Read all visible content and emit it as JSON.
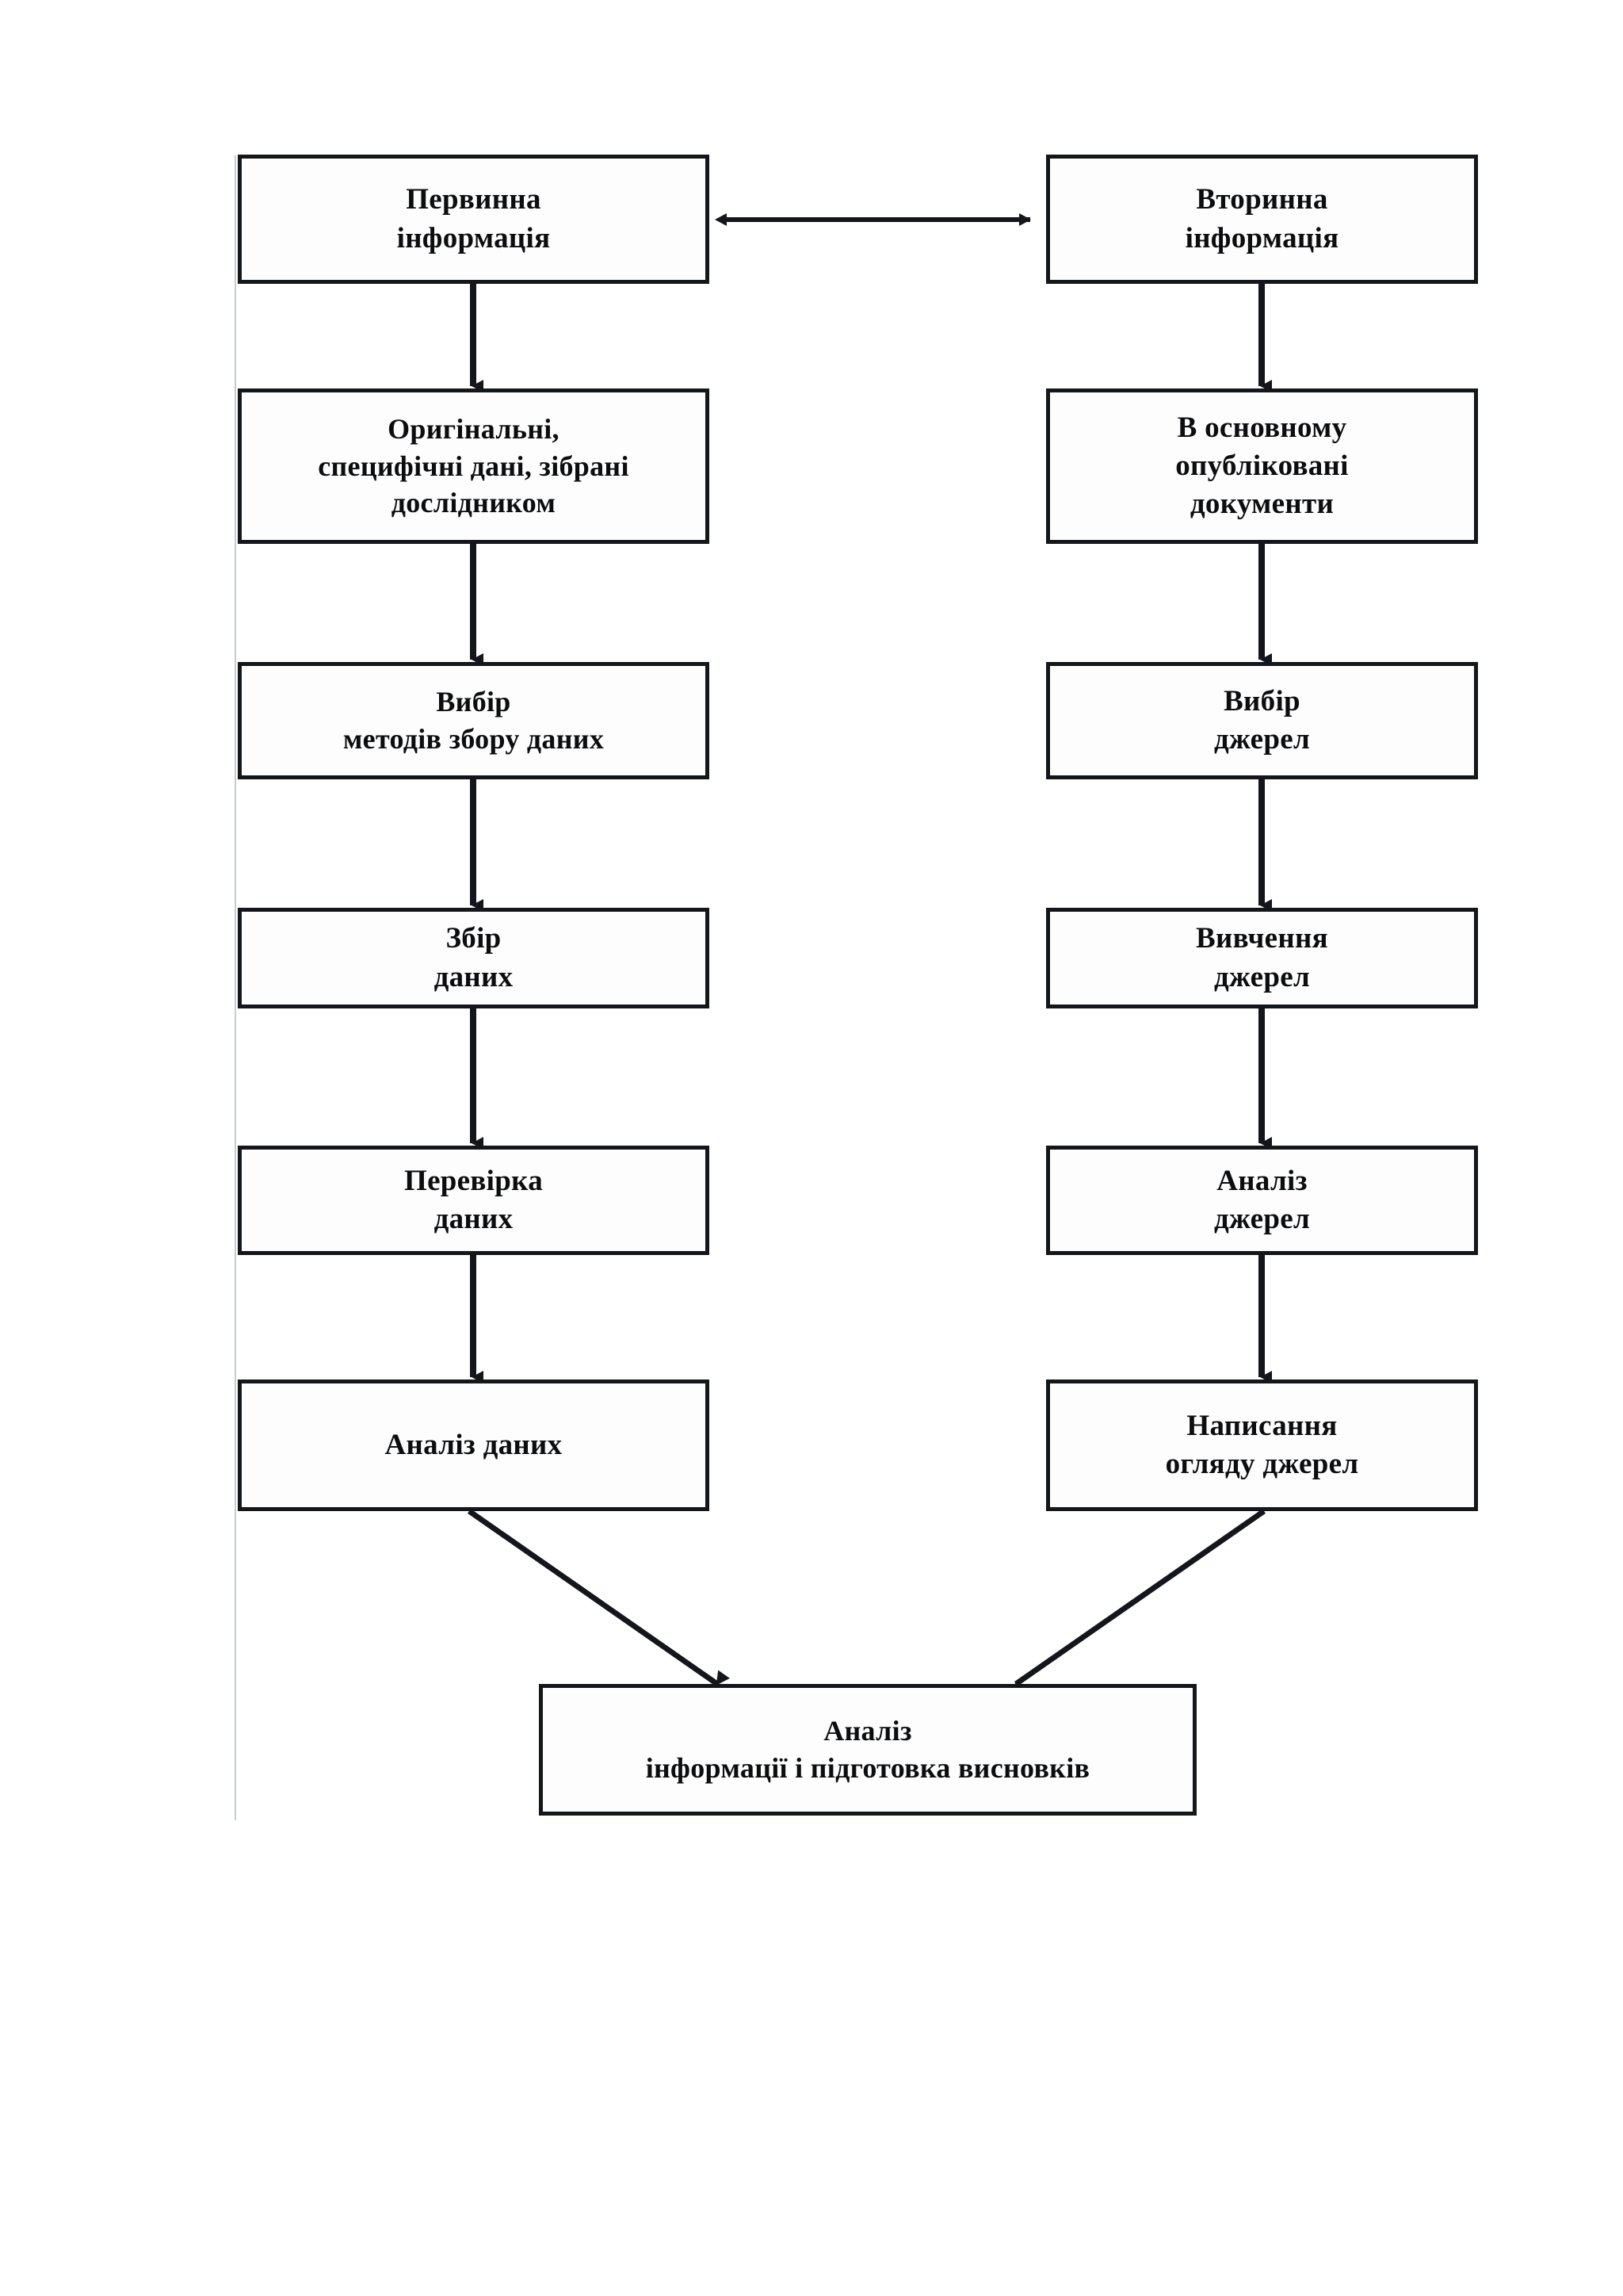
{
  "diagram": {
    "type": "flowchart",
    "language": "uk",
    "orientation": "two-column-converging",
    "columns": [
      {
        "name": "primary-information-column",
        "nodes": [
          {
            "id": "primary-information",
            "text": "Первинна\nінформація"
          },
          {
            "id": "original-specific-data",
            "text": "Оригінальні,\nспецифічні дані, зібрані\nдослідником"
          },
          {
            "id": "choice-of-collection-methods",
            "text": "Вибір\nметодів збору даних"
          },
          {
            "id": "data-collection",
            "text": "Збір\nданих"
          },
          {
            "id": "data-verification",
            "text": "Перевірка\nданих"
          },
          {
            "id": "data-analysis",
            "text": "Аналіз даних"
          }
        ]
      },
      {
        "name": "secondary-information-column",
        "nodes": [
          {
            "id": "secondary-information",
            "text": "Вторинна\nінформація"
          },
          {
            "id": "mostly-published-documents",
            "text": "В основному\nопубліковані\nдокументи"
          },
          {
            "id": "choice-of-sources",
            "text": "Вибір\nджерел"
          },
          {
            "id": "study-of-sources",
            "text": "Вивчення\nджерел"
          },
          {
            "id": "analysis-of-sources",
            "text": "Аналіз\nджерел"
          },
          {
            "id": "writing-source-review",
            "text": "Написання\nогляду джерел"
          }
        ]
      }
    ],
    "conclusion_node": {
      "id": "information-analysis-and-conclusions",
      "text": "Аналіз\nінформації і підготовка висновків"
    },
    "connectors": {
      "top_bidirectional": "double-headed-horizontal-arrow",
      "vertical": "downward-arrow",
      "converging": "diagonal-arrow"
    },
    "colors": {
      "stroke": "#13161a",
      "fill": "#fdfdfd",
      "text": "#0c0d0f",
      "background": "#ffffff",
      "artifact": "#b9c3c6"
    }
  }
}
